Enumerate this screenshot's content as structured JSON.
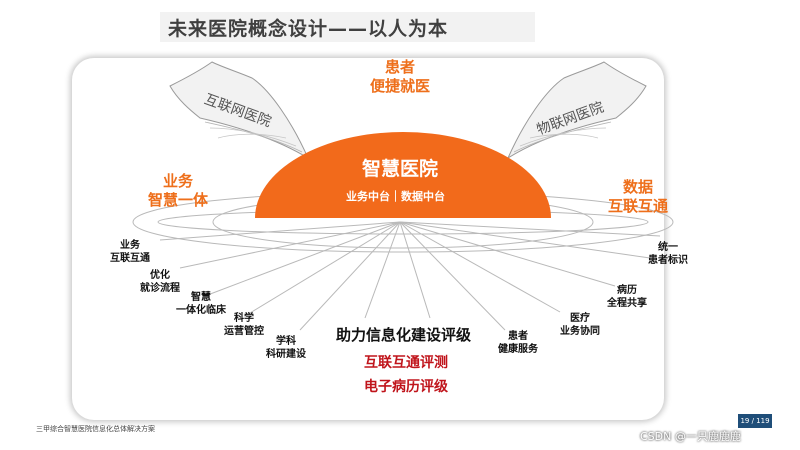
{
  "slide": {
    "title": "未来医院概念设计——以人为本",
    "footer_text": "三甲综合智慧医院信息化总体解决方案",
    "page_number": "19 / 119",
    "watermark": "CSDN @一只鹿鹿鹿"
  },
  "diagram": {
    "top_label_line1": "患者",
    "top_label_line2": "便捷就医",
    "left_wing": "互联网医院",
    "right_wing": "物联网医院",
    "left_label_line1": "业务",
    "left_label_line2": "智慧一体",
    "right_label_line1": "数据",
    "right_label_line2": "互联互通",
    "dome_title": "智慧医院",
    "dome_subtitle": "业务中台｜数据中台",
    "main_line1": "助力信息化建设评级",
    "main_line2": "互联互通评测",
    "main_line3": "电子病历评级",
    "left_items": [
      {
        "line1": "业务",
        "line2": "互联互通"
      },
      {
        "line1": "优化",
        "line2": "就诊流程"
      },
      {
        "line1": "智慧",
        "line2": "一体化临床"
      },
      {
        "line1": "科学",
        "line2": "运营管控"
      },
      {
        "line1": "学科",
        "line2": "科研建设"
      }
    ],
    "right_items": [
      {
        "line1": "统一",
        "line2": "患者标识"
      },
      {
        "line1": "病历",
        "line2": "全程共享"
      },
      {
        "line1": "医疗",
        "line2": "业务协同"
      },
      {
        "line1": "患者",
        "line2": "健康服务"
      }
    ],
    "colors": {
      "accent_orange": "#ee6f1b",
      "dome_orange": "#f26a1b",
      "red_text": "#c0141b",
      "title_bg": "#f2f2f2",
      "badge_blue": "#1f4e79"
    }
  }
}
